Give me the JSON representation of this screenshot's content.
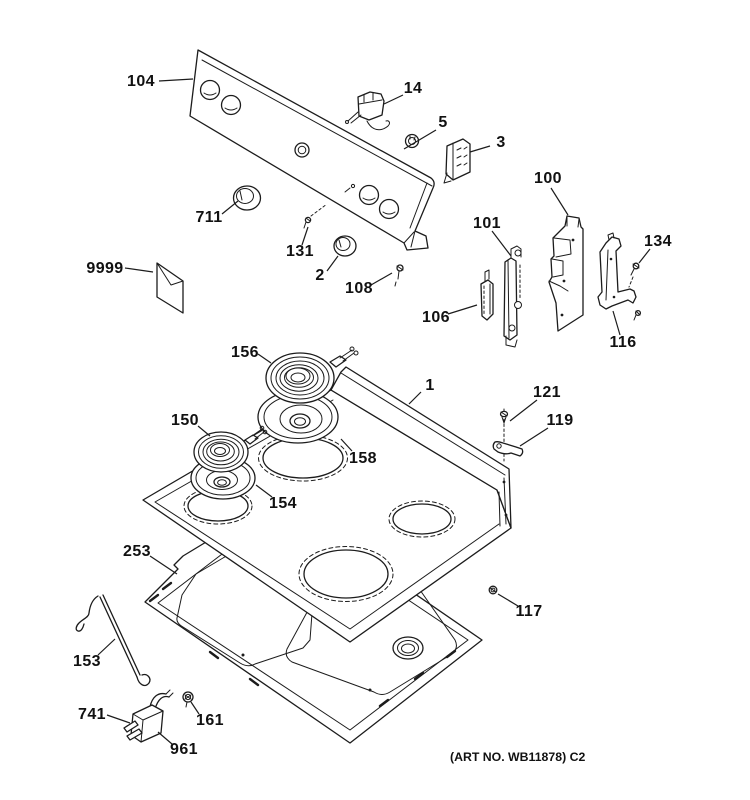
{
  "diagram": {
    "title": "exploded-parts-diagram",
    "art_note": "(ART NO. WB11878) C2",
    "colors": {
      "line": "#1c1c1c",
      "background": "#ffffff",
      "label": "#111111"
    },
    "callouts": [
      {
        "label": "104"
      },
      {
        "label": "14"
      },
      {
        "label": "5"
      },
      {
        "label": "3"
      },
      {
        "label": "100"
      },
      {
        "label": "711"
      },
      {
        "label": "101"
      },
      {
        "label": "134"
      },
      {
        "label": "131"
      },
      {
        "label": "2"
      },
      {
        "label": "9999"
      },
      {
        "label": "108"
      },
      {
        "label": "106"
      },
      {
        "label": "116"
      },
      {
        "label": "156"
      },
      {
        "label": "1"
      },
      {
        "label": "121"
      },
      {
        "label": "119"
      },
      {
        "label": "150"
      },
      {
        "label": "158"
      },
      {
        "label": "154"
      },
      {
        "label": "253"
      },
      {
        "label": "117"
      },
      {
        "label": "153"
      },
      {
        "label": "741"
      },
      {
        "label": "161"
      },
      {
        "label": "961"
      }
    ]
  }
}
